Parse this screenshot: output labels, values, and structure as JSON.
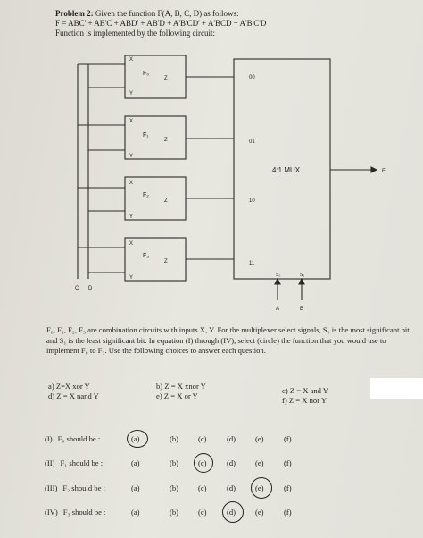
{
  "header": {
    "problem": "Problem 2:",
    "line1_rest": "Given the function F(A, B, C, D) as follows:",
    "line2": "F = ABC' + AB'C + ABD' + AB'D + A'B'CD' + A'BCD + A'B'C'D",
    "line3": "Function is implemented by the following circuit:"
  },
  "circuit": {
    "blocks": [
      {
        "label": "F₀",
        "in_x": "X",
        "in_y": "Y",
        "out": "Z"
      },
      {
        "label": "F₁",
        "in_x": "X",
        "in_y": "Y",
        "out": "Z"
      },
      {
        "label": "F₂",
        "in_x": "X",
        "in_y": "Y",
        "out": "Z"
      },
      {
        "label": "F₃",
        "in_x": "X",
        "in_y": "Y",
        "out": "Z"
      }
    ],
    "mux_inputs": [
      "00",
      "01",
      "10",
      "11"
    ],
    "mux_label": "4:1 MUX",
    "mux_output": "F",
    "select_labels": [
      "S₀",
      "S₁"
    ],
    "select_inputs": [
      "A",
      "B"
    ],
    "var_inputs": [
      "C",
      "D"
    ]
  },
  "description": "F₀, F₁, F₂, F₃ are combination circuits with inputs X, Y. For the multiplexer select signals, S₀ is the most significant bit and S₁ is the least significant bit. In equation (I) through (IV), select (circle) the function that you would use to implement F₀ to F₃. Use the following choices to answer each question.",
  "choices": {
    "a": "a) Z=X xor Y",
    "b": "b) Z = X xnor Y",
    "c": "c) Z = X and Y",
    "d": "d) Z = X nand Y",
    "e": "e) Z = X or Y",
    "f": "f) Z = X nor Y"
  },
  "questions": [
    {
      "num": "(I)",
      "text": "F₀ should be :",
      "options": [
        "(a)",
        "(b)",
        "(c)",
        "(d)",
        "(e)",
        "(f)"
      ],
      "circled": 0
    },
    {
      "num": "(II)",
      "text": "F₁ should be :",
      "options": [
        "(a)",
        "(b)",
        "(c)",
        "(d)",
        "(e)",
        "(f)"
      ],
      "circled": 2
    },
    {
      "num": "(III)",
      "text": "F₂ should be :",
      "options": [
        "(a)",
        "(b)",
        "(c)",
        "(d)",
        "(e)",
        "(f)"
      ],
      "circled": 4
    },
    {
      "num": "(IV)",
      "text": "F₃ should be :",
      "options": [
        "(a)",
        "(b)",
        "(c)",
        "(d)",
        "(e)",
        "(f)"
      ],
      "circled": 3
    }
  ]
}
